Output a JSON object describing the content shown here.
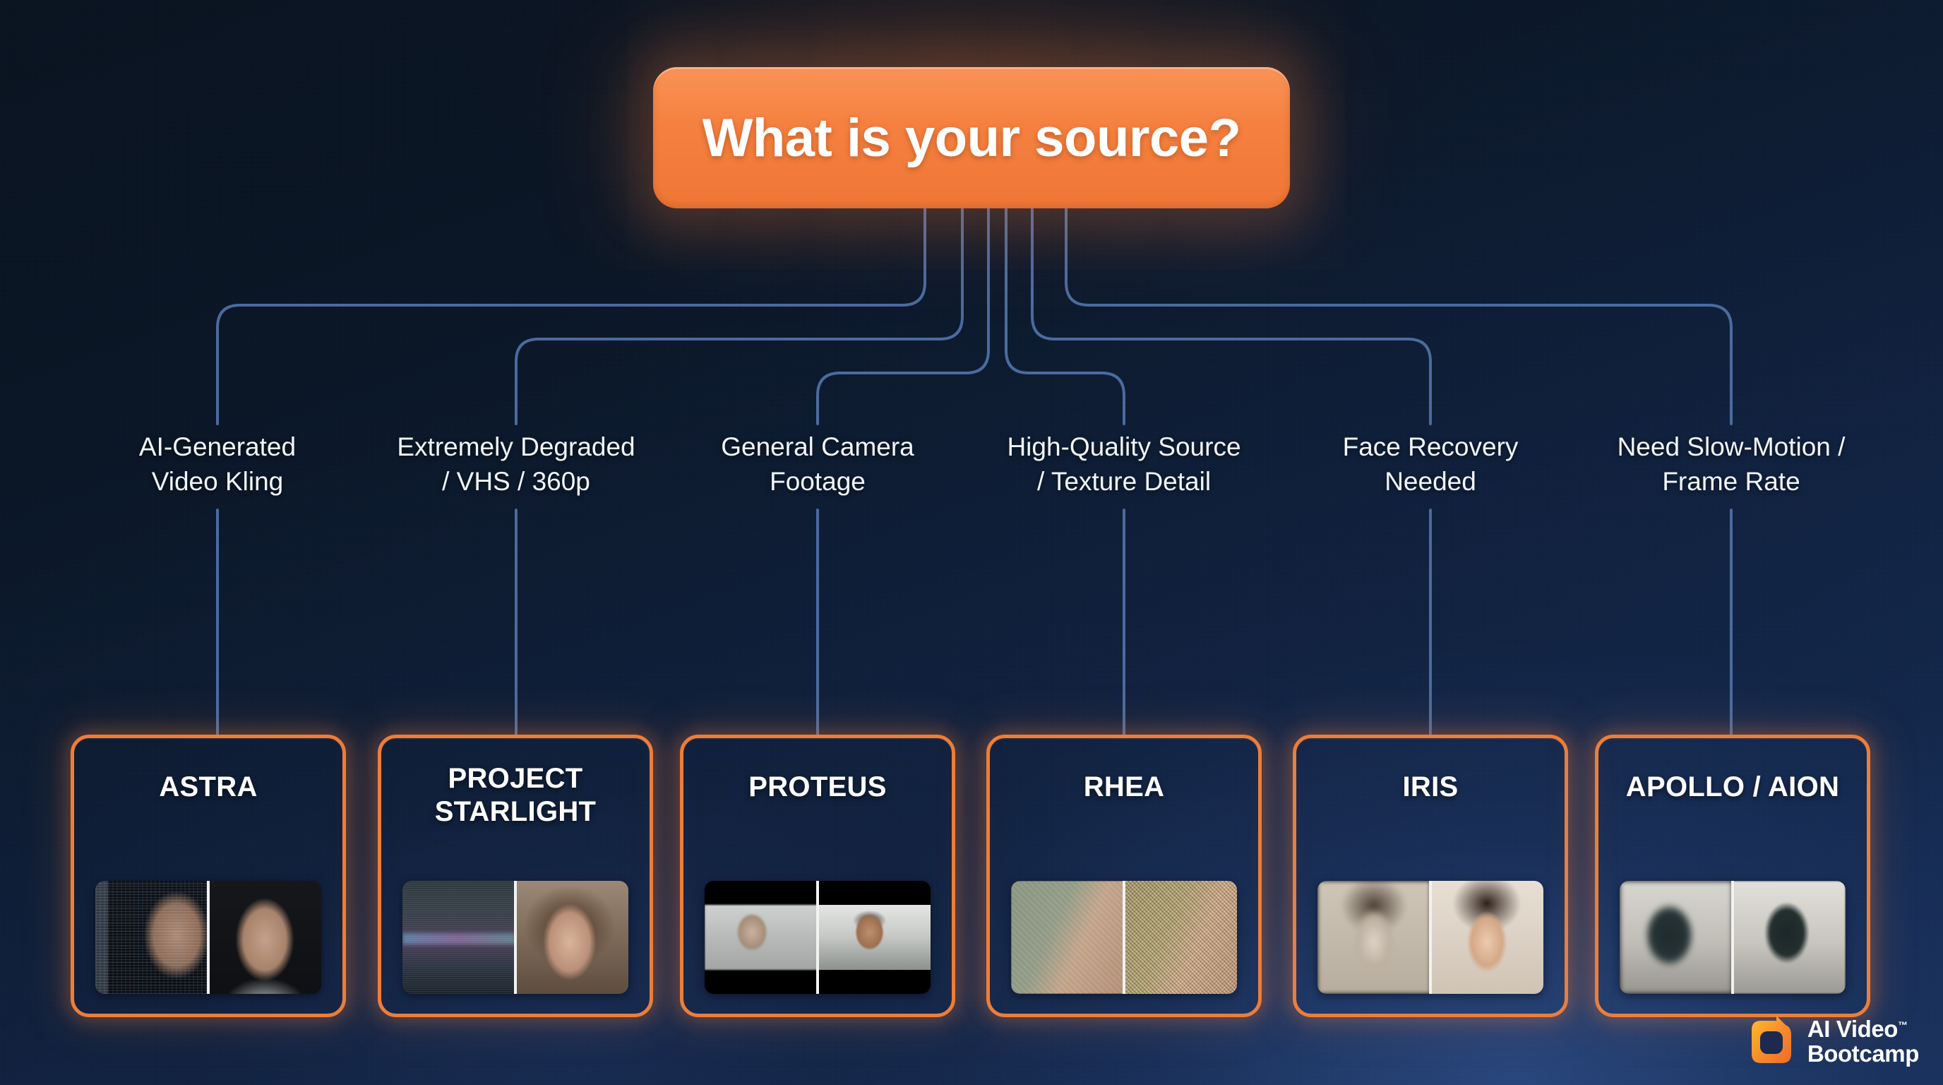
{
  "title": {
    "text": "What is your source?",
    "accent_color": "#f5803f"
  },
  "theme": {
    "background_dark": "#0b1626",
    "background_light": "#1a2b52",
    "card_border": "#ec7e3a",
    "card_fill": "#16254c",
    "connector": "#4a6b9e",
    "text": "#f2f5fa"
  },
  "branches": [
    {
      "label_line1": "AI-Generated",
      "label_line2": "Video Kling"
    },
    {
      "label_line1": "Extremely Degraded",
      "label_line2": "/ VHS / 360p"
    },
    {
      "label_line1": "General Camera",
      "label_line2": "Footage"
    },
    {
      "label_line1": "High-Quality Source",
      "label_line2": "/ Texture Detail"
    },
    {
      "label_line1": "Face Recovery",
      "label_line2": "Needed"
    },
    {
      "label_line1": "Need Slow-Motion /",
      "label_line2": "Frame Rate"
    }
  ],
  "cards": [
    {
      "name_line1": "ASTRA",
      "name_line2": "",
      "thumbnail": "glitch-portrait-before-after"
    },
    {
      "name_line1": "PROJECT",
      "name_line2": "STARLIGHT",
      "thumbnail": "vhs-portrait-before-after"
    },
    {
      "name_line1": "PROTEUS",
      "name_line2": "",
      "thumbnail": "interview-footage-before-after"
    },
    {
      "name_line1": "RHEA",
      "name_line2": "",
      "thumbnail": "fabric-texture-before-after"
    },
    {
      "name_line1": "IRIS",
      "name_line2": "",
      "thumbnail": "face-recovery-before-after"
    },
    {
      "name_line1": "APOLLO / AION",
      "name_line2": "",
      "thumbnail": "motion-blur-before-after"
    }
  ],
  "logo": {
    "line1": "AI Video",
    "trademark": "™",
    "line2": "Bootcamp",
    "mark": "speech-bubble-square"
  }
}
